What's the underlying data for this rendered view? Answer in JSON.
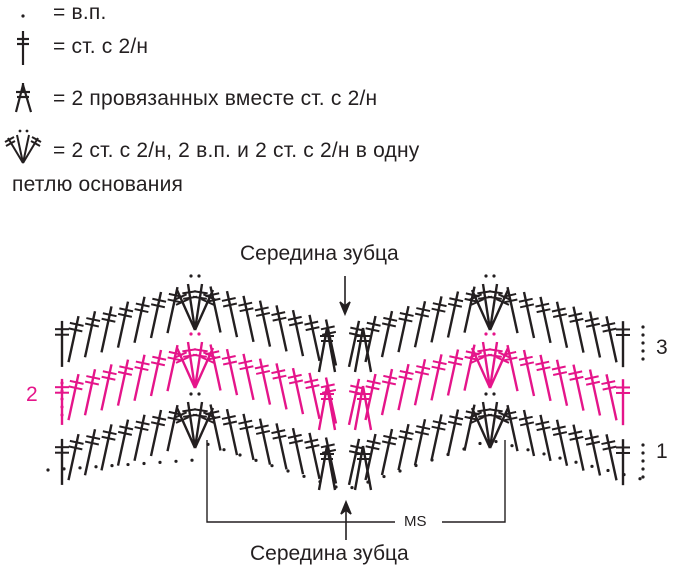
{
  "legend": {
    "items": [
      {
        "symbol": "chain-dot",
        "text": "= в.п."
      },
      {
        "symbol": "double-crochet",
        "text": "= ст. с 2/н"
      },
      {
        "symbol": "double-crochet-2-together",
        "text": "= 2 провязанных вместе ст. с 2/н"
      },
      {
        "symbol": "shell",
        "text": "= 2 ст. с 2/н, 2 в.п. и 2 ст. с 2/н в одну"
      }
    ],
    "continuation": "петлю основания"
  },
  "chart": {
    "top_label": "Середина зубца",
    "bottom_label": "Середина зубца",
    "repeat_label": "MS",
    "row_labels": [
      {
        "row": "1",
        "side": "right",
        "color": "#231f20"
      },
      {
        "row": "2",
        "side": "left",
        "color": "#e5158a"
      },
      {
        "row": "3",
        "side": "right",
        "color": "#231f20"
      }
    ],
    "colors": {
      "black": "#231f20",
      "pink": "#e5158a"
    },
    "peaks_x": [
      195,
      490
    ],
    "valley_x": 345
  }
}
